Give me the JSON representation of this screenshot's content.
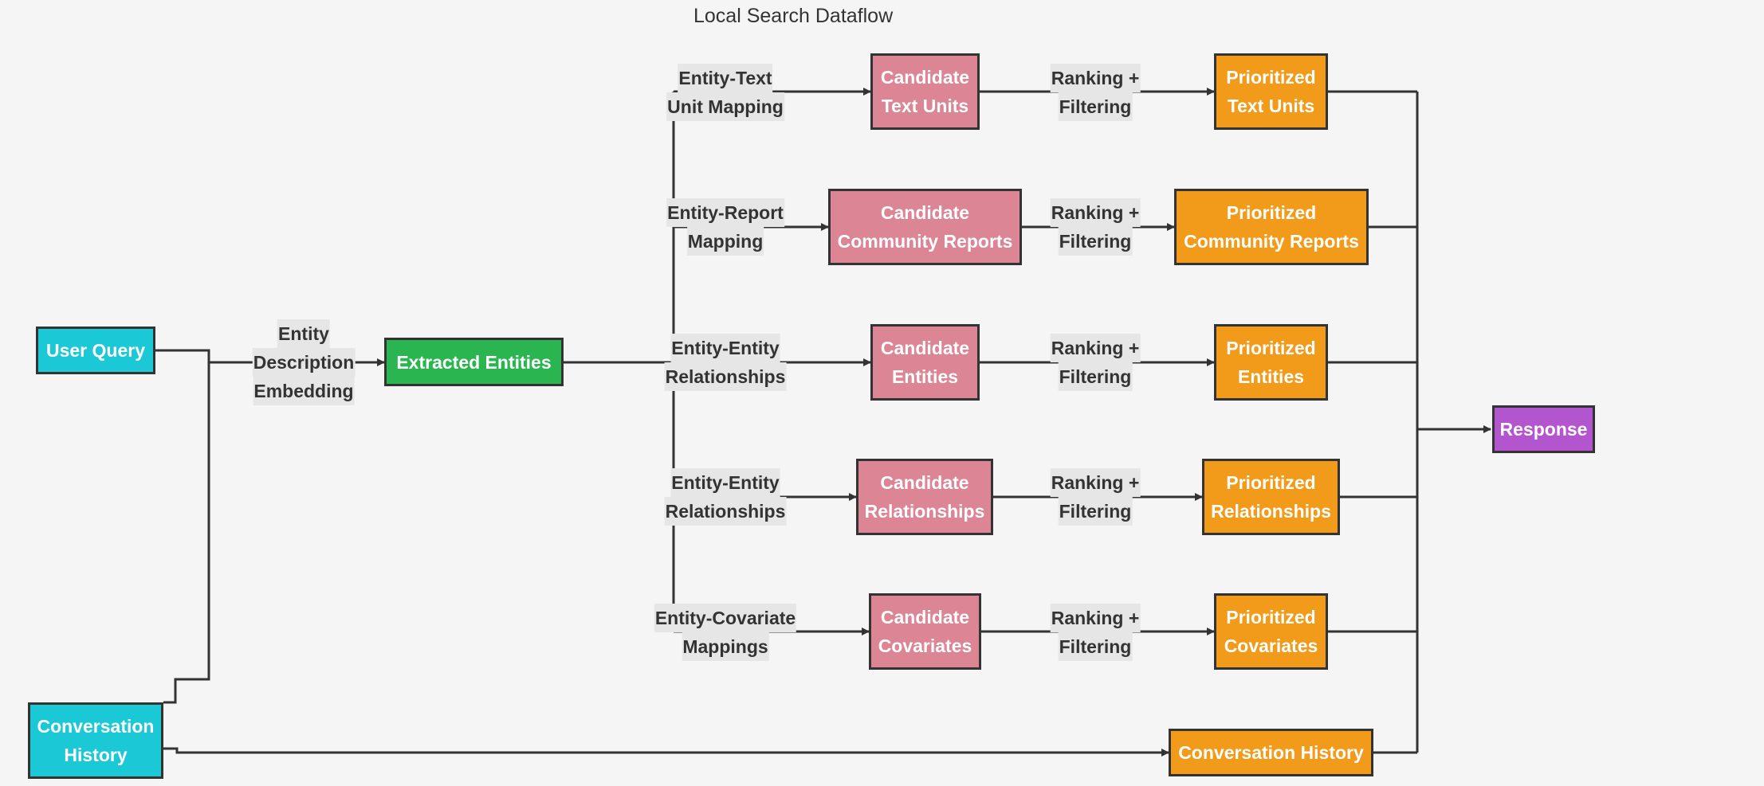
{
  "title": "Local Search Dataflow",
  "nodes": {
    "user_query": [
      "User Query"
    ],
    "conversation_history_in": [
      "Conversation",
      "History"
    ],
    "extracted_entities": [
      "Extracted Entities"
    ],
    "candidate_text_units": [
      "Candidate",
      "Text Units"
    ],
    "candidate_community_reports": [
      "Candidate",
      "Community Reports"
    ],
    "candidate_entities": [
      "Candidate",
      "Entities"
    ],
    "candidate_relationships": [
      "Candidate",
      "Relationships"
    ],
    "candidate_covariates": [
      "Candidate",
      "Covariates"
    ],
    "prioritized_text_units": [
      "Prioritized",
      "Text Units"
    ],
    "prioritized_community_reports": [
      "Prioritized",
      "Community Reports"
    ],
    "prioritized_entities": [
      "Prioritized",
      "Entities"
    ],
    "prioritized_relationships": [
      "Prioritized",
      "Relationships"
    ],
    "prioritized_covariates": [
      "Prioritized",
      "Covariates"
    ],
    "conversation_history_out": [
      "Conversation History"
    ],
    "response": [
      "Response"
    ]
  },
  "edge_labels": {
    "embedding": [
      "Entity",
      "Description",
      "Embedding"
    ],
    "text_unit_mapping": [
      "Entity-Text",
      "Unit Mapping"
    ],
    "report_mapping": [
      "Entity-Report",
      "Mapping"
    ],
    "entity_relationships_1": [
      "Entity-Entity",
      "Relationships"
    ],
    "entity_relationships_2": [
      "Entity-Entity",
      "Relationships"
    ],
    "covariate_mappings": [
      "Entity-Covariate",
      "Mappings"
    ],
    "ranking_text_units": [
      "Ranking +",
      "Filtering"
    ],
    "ranking_reports": [
      "Ranking +",
      "Filtering"
    ],
    "ranking_entities": [
      "Ranking +",
      "Filtering"
    ],
    "ranking_relationships": [
      "Ranking +",
      "Filtering"
    ],
    "ranking_covariates": [
      "Ranking +",
      "Filtering"
    ]
  },
  "colors": {
    "input": "#1bc8d6",
    "extracted": "#2bb551",
    "candidate": "#dc8595",
    "prioritized": "#f29a19",
    "response": "#b455d0",
    "edge": "#333333"
  }
}
